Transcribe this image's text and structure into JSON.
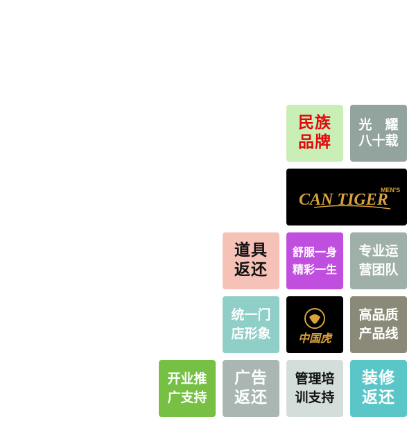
{
  "tiles": {
    "minzu": {
      "line1": "民族",
      "line2": "品牌",
      "bg": "#c9efb7",
      "color": "#e4080b"
    },
    "guangyao": {
      "line1": "光　耀",
      "line2": "八十载",
      "bg": "#93a49f",
      "color": "#ffffff"
    },
    "brand_logo": {
      "text1": "CAN TIGER",
      "text2": "MEN'S",
      "bg": "#000000",
      "color": "#d8a23c"
    },
    "daoju": {
      "line1": "道具",
      "line2": "返还",
      "bg": "#f6c2b8",
      "color": "#111111"
    },
    "shufu": {
      "line1": "舒服一身",
      "line2": "精彩一生",
      "bg": "#c04fe0",
      "color": "#ffffff"
    },
    "zhuanye": {
      "line1": "专业运",
      "line2": "营团队",
      "bg": "#9fb0a8",
      "color": "#ffffff"
    },
    "tongyi": {
      "line1": "统一门",
      "line2": "店形象",
      "bg": "#8fcfc8",
      "color": "#ffffff"
    },
    "zhongguohu": {
      "text": "中国虎",
      "bg": "#000000",
      "color": "#d8a23c"
    },
    "gaopin": {
      "line1": "高品质",
      "line2": "产品线",
      "bg": "#8b8a78",
      "color": "#ffffff"
    },
    "kaiye": {
      "line1": "开业推",
      "line2": "广支持",
      "bg": "#76c043",
      "color": "#ffffff"
    },
    "guanggao": {
      "line1": "广告",
      "line2": "返还",
      "bg": "#a9b6b1",
      "color": "#ffffff"
    },
    "guanli": {
      "line1": "管理培",
      "line2": "训支持",
      "bg": "#d3ddd9",
      "color": "#111111"
    },
    "zhuangxiu": {
      "line1": "装修",
      "line2": "返还",
      "bg": "#5bc6c7",
      "color": "#ffffff"
    }
  }
}
